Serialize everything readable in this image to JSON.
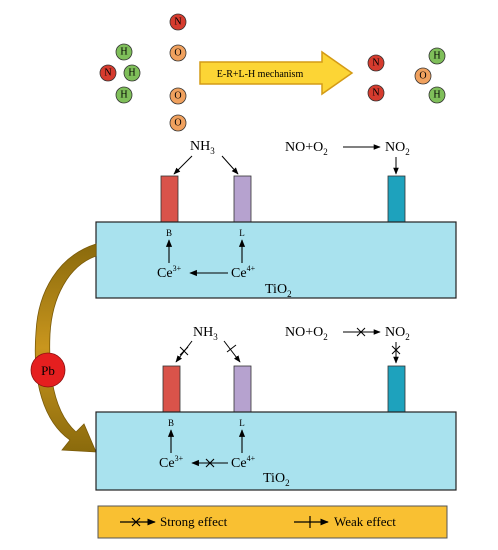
{
  "arrow_label": "E-R+L-H mechanism",
  "atoms": {
    "N": "N",
    "H": "H",
    "O": "O"
  },
  "molecules": {
    "nh3": {
      "base": "NH",
      "sub": "3"
    },
    "no_o2": {
      "base": "NO+O",
      "sub": "2"
    },
    "no2": {
      "base": "NO",
      "sub": "2"
    }
  },
  "sites": {
    "bronsted": "B",
    "lewis": "L"
  },
  "cerium": {
    "ce3": {
      "base": "Ce",
      "sup": "3+"
    },
    "ce4": {
      "base": "Ce",
      "sup": "4+"
    }
  },
  "support": {
    "base": "TiO",
    "sub": "2"
  },
  "poison": "Pb",
  "legend": {
    "strong": "Strong effect",
    "weak": "Weak effect"
  },
  "colors": {
    "nitrogen": "#d63b2e",
    "hydrogen": "#7fbf5a",
    "oxygen": "#f0a15e",
    "arrow_fill": "#fcd535",
    "bronsted_site": "#d9534a",
    "lewis_site": "#b6a2cf",
    "no2_site": "#1ea2bd",
    "slab": "#a9e2ee",
    "pb": "#e51f1f",
    "curve_arrow": "#b8860b",
    "legend_bg": "#f9c032"
  }
}
